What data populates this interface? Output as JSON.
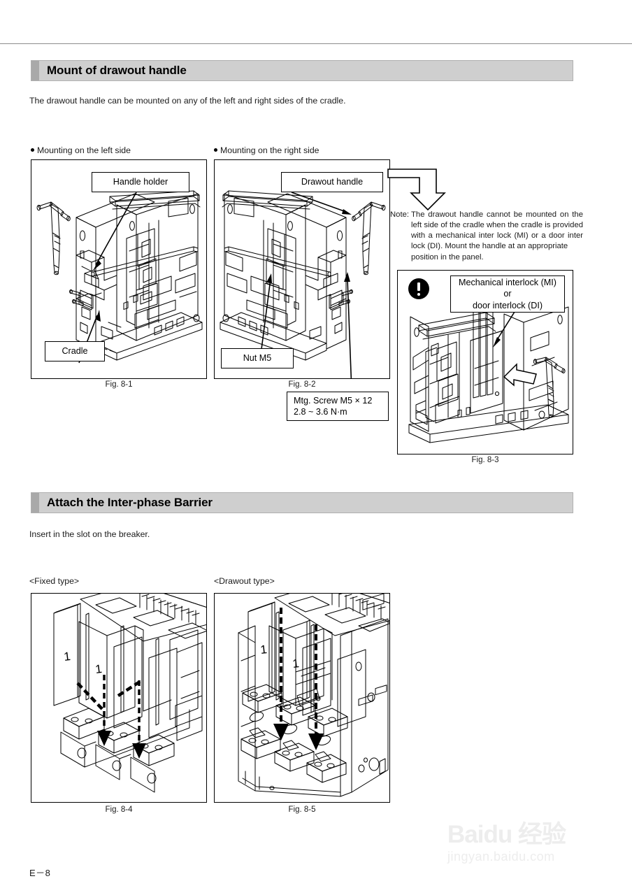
{
  "page": {
    "footer_label": "E－8",
    "watermark_main": "Baidu 经验",
    "watermark_sub": "jingyan.baidu.com"
  },
  "sections": [
    {
      "heading": "Mount of drawout handle",
      "intro": "The drawout handle can be mounted on any of the left and right sides of the cradle."
    },
    {
      "heading": "Attach the Inter-phase Barrier",
      "intro": "Insert in the slot on the breaker."
    }
  ],
  "mounting": {
    "left_side_label": "Mounting on the left side",
    "right_side_label": "Mounting on the right side",
    "callouts": {
      "handle_holder": "Handle holder",
      "cradle": "Cradle",
      "drawout_handle": "Drawout handle",
      "nut_m5": "Nut M5",
      "screw_line1": "Mtg. Screw M5 × 12",
      "screw_line2": "2.8 ~ 3.6 N·m",
      "interlock_line1": "Mechanical interlock (MI)",
      "interlock_line2": "or",
      "interlock_line3": "door interlock (DI)"
    },
    "note": {
      "key": "Note:",
      "line1": "The drawout handle cannot be mounted",
      "line2": "on the left side of the cradle when the",
      "line3": "cradle is provided with a mechanical",
      "line4": "inter lock (MI) or a door inter lock (DI).",
      "line5": "Mount the handle at an appropriate",
      "line6": "position in the panel."
    },
    "figures": {
      "fig1": "Fig. 8-1",
      "fig2": "Fig. 8-2",
      "fig3": "Fig. 8-3"
    }
  },
  "barrier": {
    "fixed_type_label": "<Fixed type>",
    "drawout_type_label": "<Drawout type>",
    "barrier_mark": "1",
    "figures": {
      "fig4": "Fig. 8-4",
      "fig5": "Fig. 8-5"
    }
  }
}
